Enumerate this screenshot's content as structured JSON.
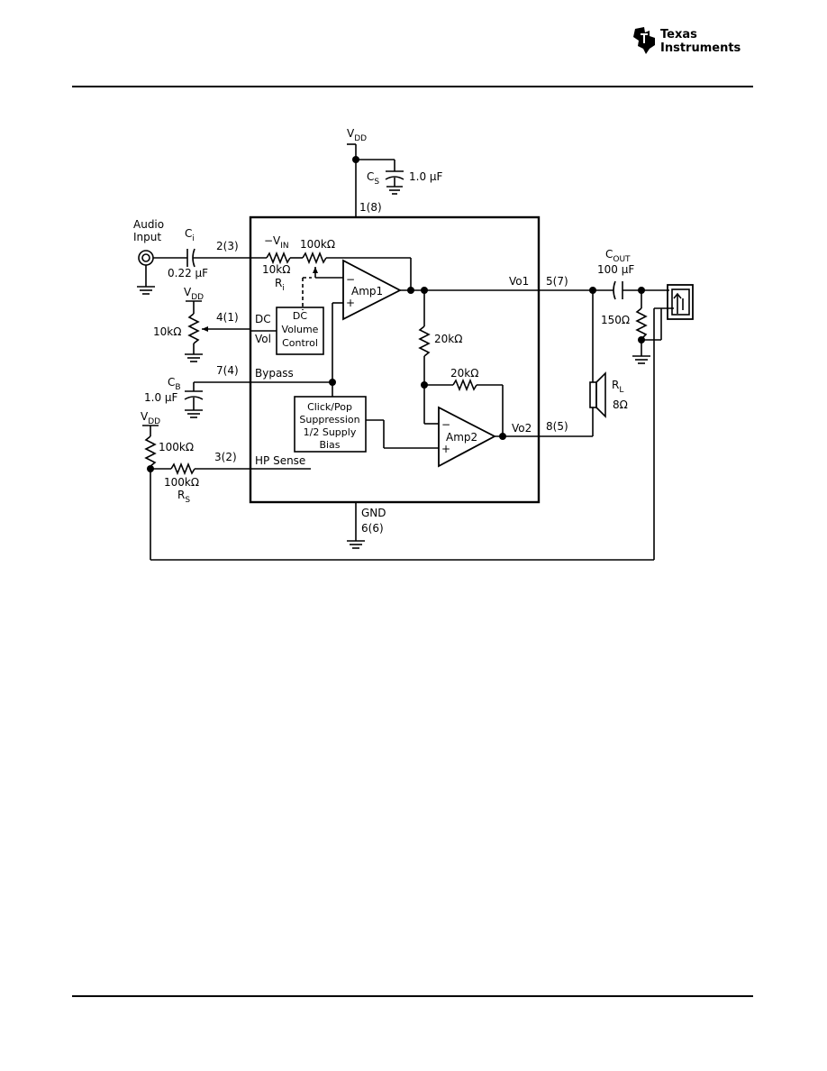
{
  "header": {
    "logo_line1": "Texas",
    "logo_line2": "Instruments",
    "logo_icon": "ti-logo-icon"
  },
  "diagram": {
    "vdd_top": "V",
    "vdd_top_sub": "DD",
    "cs_top": "C",
    "cs_top_sub": "S",
    "cs_top_value": "1.0 µF",
    "pin_vdd": "1(8)",
    "audio_input_line1": "Audio",
    "audio_input_line2": "Input",
    "ci": "C",
    "ci_sub": "i",
    "ci_value": "0.22 µF",
    "pin_in": "2(3)",
    "vin": "−V",
    "vin_sub": "IN",
    "ri_value": "10kΩ",
    "ri": "R",
    "ri_sub": "i",
    "fb_value": "100kΩ",
    "amp1": "Amp1",
    "minus": "−",
    "plus": "+",
    "vdd_vol": "V",
    "vdd_vol_sub": "DD",
    "pot_value": "10kΩ",
    "pin_vol": "4(1)",
    "dc_label": "DC",
    "vol_label": "Vol",
    "dc_box_line1": "DC",
    "dc_box_line2": "Volume",
    "dc_box_line3": "Control",
    "cb": "C",
    "cb_sub": "B",
    "cb_value": "1.0 µF",
    "pin_bypass": "7(4)",
    "bypass_label": "Bypass",
    "click_line1": "Click/Pop",
    "click_line2": "Suppression",
    "click_line3": "1/2 Supply",
    "click_line4": "Bias",
    "r_mid_value": "20kΩ",
    "r_fb2_value": "20kΩ",
    "amp2": "Amp2",
    "vo1": "Vo1",
    "pin_vo1": "5(7)",
    "vo2": "Vo2",
    "pin_vo2": "8(5)",
    "cout": "C",
    "cout_sub": "OUT",
    "cout_value": "100 µF",
    "r150_value": "150Ω",
    "rl": "R",
    "rl_sub": "L",
    "rl_value": "8Ω",
    "vdd_hp": "V",
    "vdd_hp_sub": "DD",
    "r_hp_pull": "100kΩ",
    "pin_hp": "3(2)",
    "hp_sense": "HP Sense",
    "rs_value": "100kΩ",
    "rs": "R",
    "rs_sub": "S",
    "gnd": "GND",
    "pin_gnd": "6(6)"
  }
}
